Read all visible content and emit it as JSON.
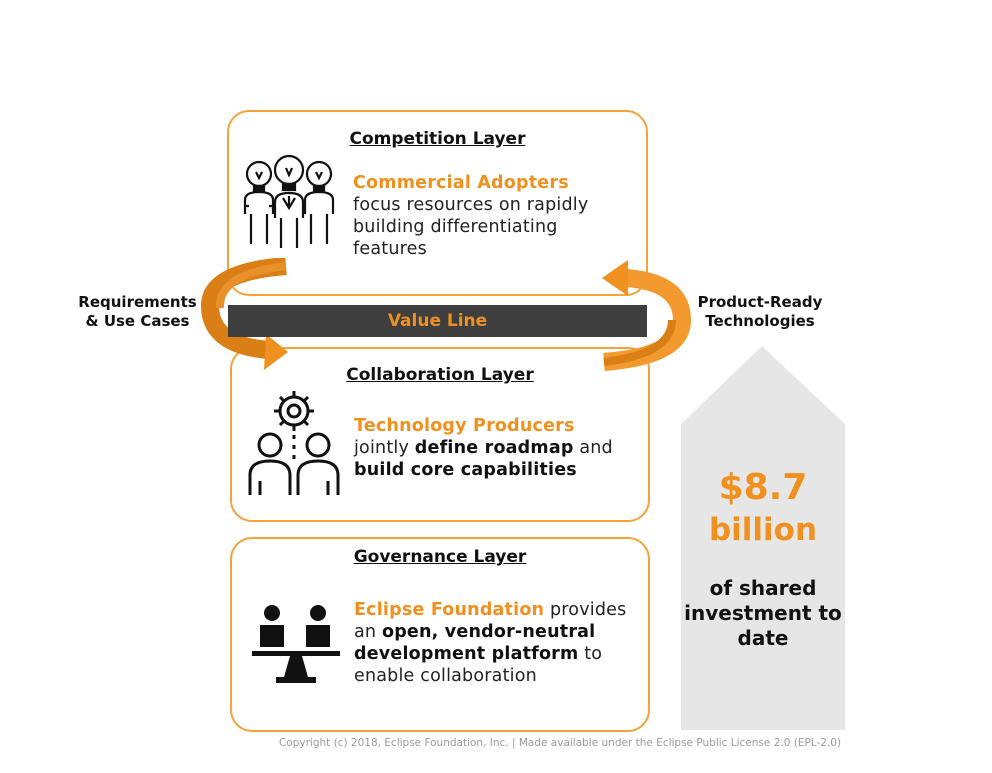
{
  "competition": {
    "title": "Competition Layer",
    "org": "Commercial Adopters",
    "text": "focus resources on rapidly building differentiating features"
  },
  "value_line": "Value Line",
  "collaboration": {
    "title": "Collaboration Layer",
    "org": "Technology Producers",
    "t1": "jointly",
    "b1": "define roadmap",
    "t2": "and",
    "b2": "build core capabilities"
  },
  "governance": {
    "title": "Governance Layer",
    "org": "Eclipse Foundation",
    "t1": "provides an",
    "b1": "open, vendor-neutral development platform",
    "t2": "to enable collaboration"
  },
  "left_label": "Requirements & Use Cases",
  "right_label": "Product-Ready Technologies",
  "stat": {
    "amount": "$8.7",
    "unit": "billion",
    "text": "of shared investment to date"
  },
  "footer": "Copyright (c) 2018, Eclipse Foundation, Inc. | Made available under the Eclipse Public License 2.0 (EPL-2.0)",
  "colors": {
    "accent": "#f0901e",
    "border": "#f3a33a",
    "dark_bar": "#3f3f3f",
    "arrow_bg": "#e6e6e6"
  },
  "icons": [
    "idea-people-icon",
    "gear-people-icon",
    "balance-people-icon",
    "curved-arrow-left",
    "curved-arrow-right",
    "up-arrow-shape"
  ]
}
